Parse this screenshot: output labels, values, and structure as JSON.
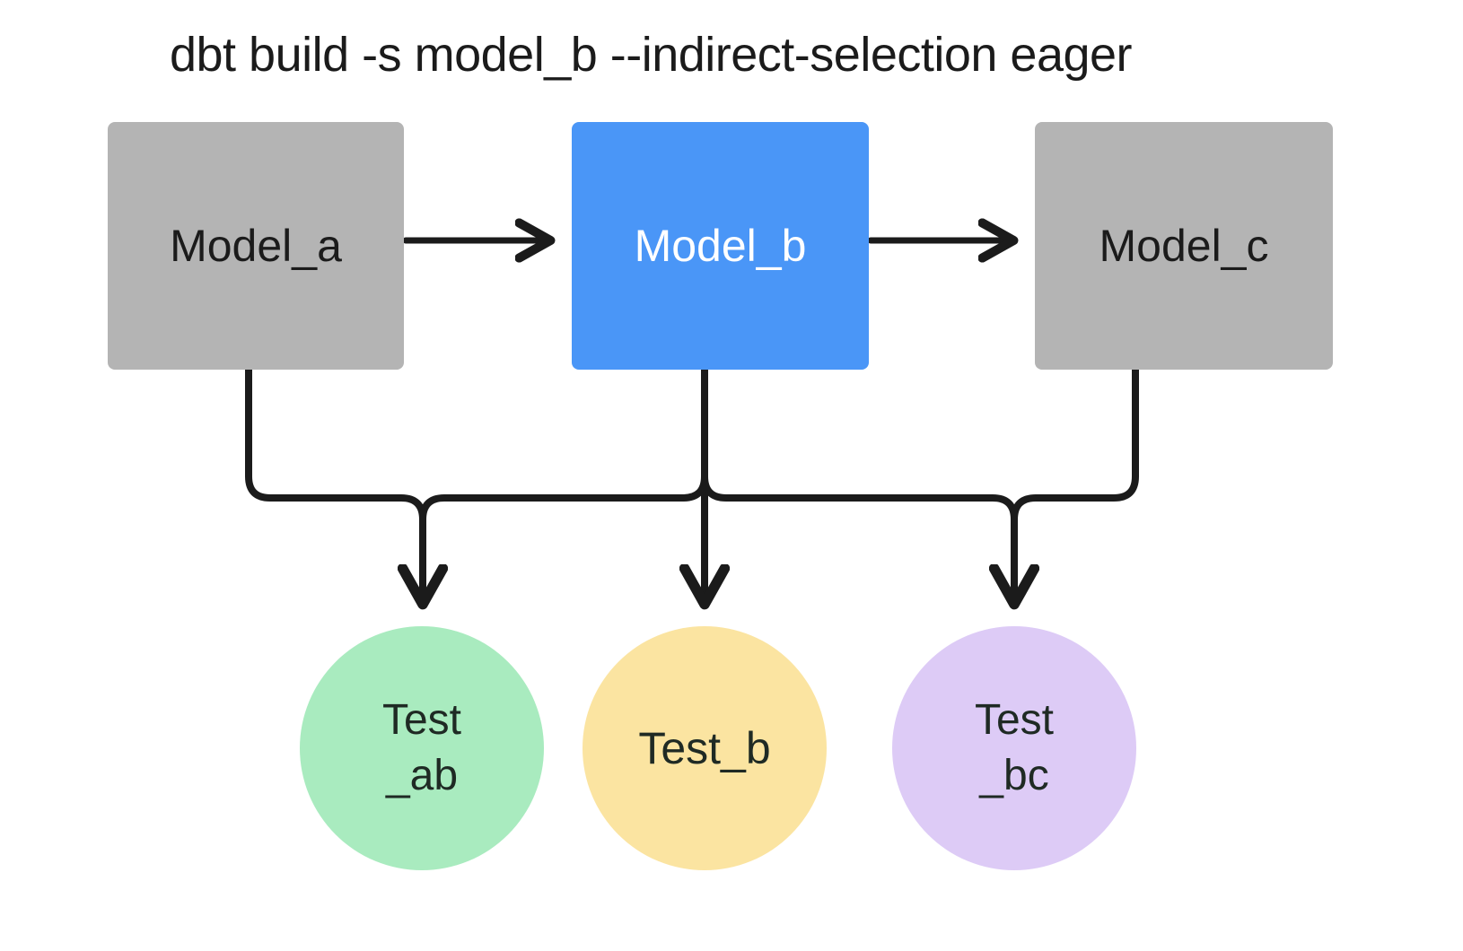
{
  "diagram": {
    "title": "dbt build -s model_b --indirect-selection eager",
    "background_color": "#ffffff",
    "edge_color": "#1b1b1b",
    "models": [
      {
        "id": "model_a",
        "label": "Model_a",
        "shape": "rectangle",
        "fill": "#b4b4b4",
        "text_color": "#1b1b1b",
        "selected": false
      },
      {
        "id": "model_b",
        "label": "Model_b",
        "shape": "rectangle",
        "fill": "#4a96f7",
        "text_color": "#ffffff",
        "selected": true
      },
      {
        "id": "model_c",
        "label": "Model_c",
        "shape": "rectangle",
        "fill": "#b4b4b4",
        "text_color": "#1b1b1b",
        "selected": false
      }
    ],
    "tests": [
      {
        "id": "test_ab",
        "label": "Test\n_ab",
        "shape": "circle",
        "fill": "#a9ebbf",
        "text_color": "#1f2a24"
      },
      {
        "id": "test_b",
        "label": "Test_b",
        "shape": "circle",
        "fill": "#fbe4a1",
        "text_color": "#1f2a24"
      },
      {
        "id": "test_bc",
        "label": "Test\n_bc",
        "shape": "circle",
        "fill": "#ddcbf6",
        "text_color": "#1f2a24"
      }
    ],
    "edges": [
      {
        "from": "model_a",
        "to": "model_b",
        "style": "arrow-right"
      },
      {
        "from": "model_b",
        "to": "model_c",
        "style": "arrow-right"
      },
      {
        "from": "model_a",
        "to": "test_ab",
        "style": "elbow-down"
      },
      {
        "from": "model_b",
        "to": "test_ab",
        "style": "elbow-down"
      },
      {
        "from": "model_b",
        "to": "test_b",
        "style": "straight-down"
      },
      {
        "from": "model_b",
        "to": "test_bc",
        "style": "elbow-down"
      },
      {
        "from": "model_c",
        "to": "test_bc",
        "style": "elbow-down"
      }
    ]
  }
}
